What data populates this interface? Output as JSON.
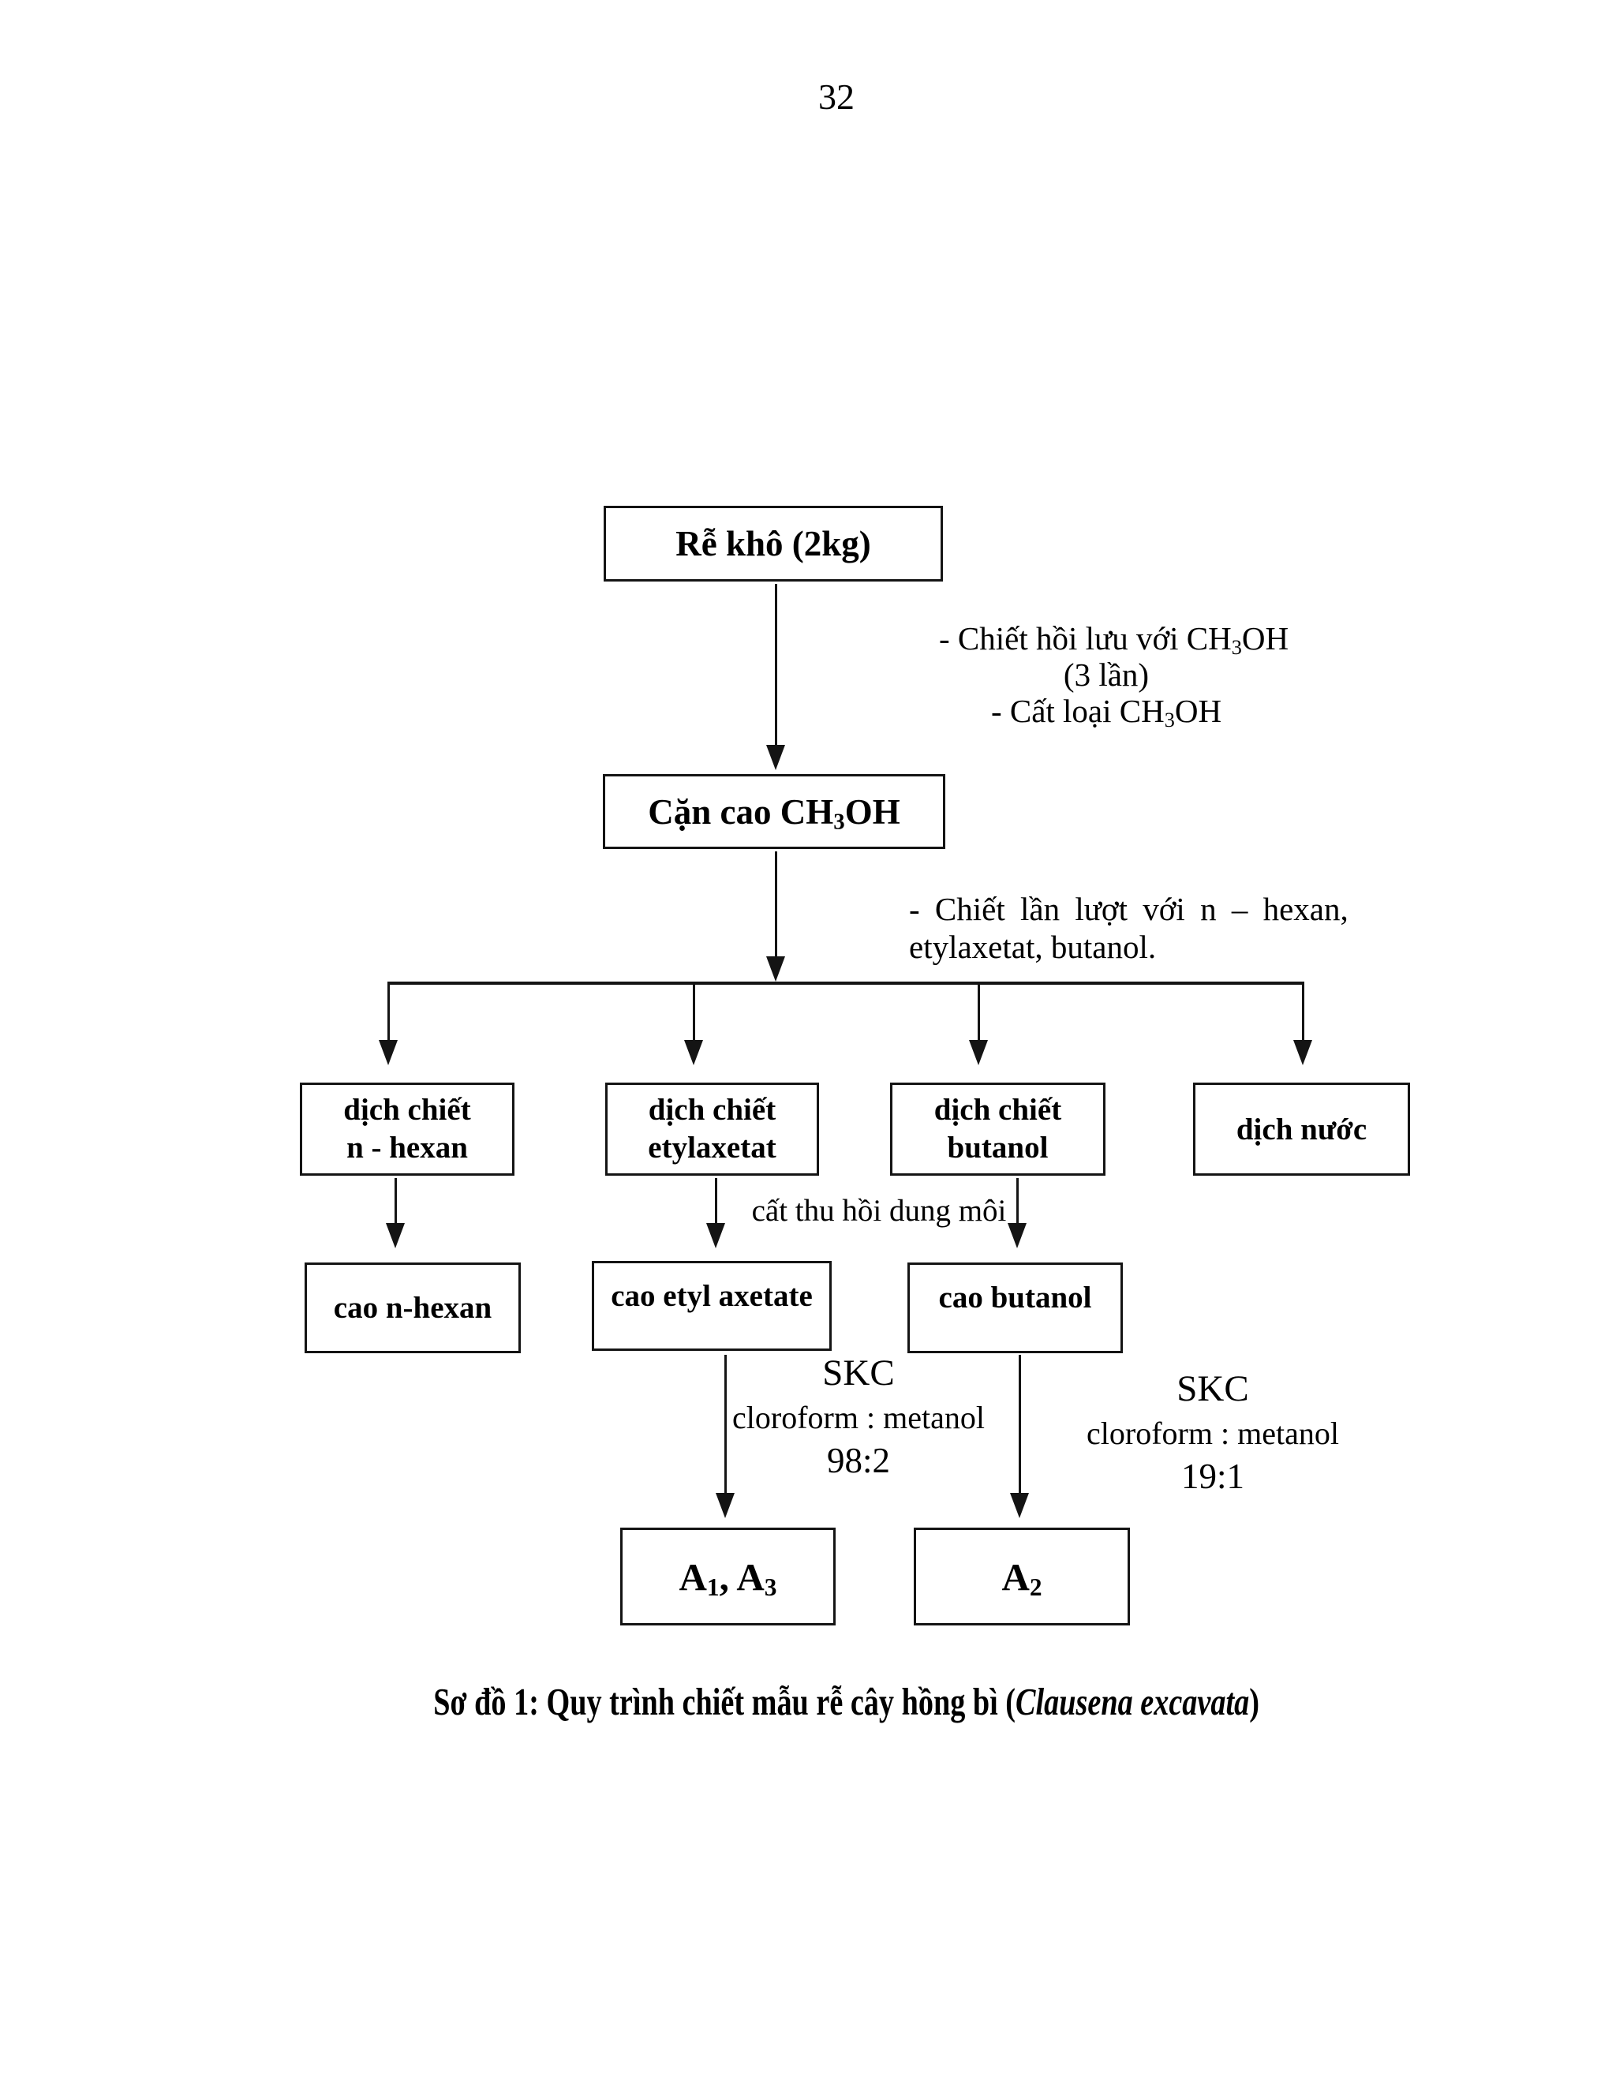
{
  "page_number": "32",
  "flowchart": {
    "boxes": {
      "root": {
        "label": "Rễ khô (2kg)"
      },
      "methanol_residue": {
        "label": "Cặn cao CH₃OH"
      },
      "extract_n_hexan": {
        "line1": "dịch chiết",
        "line2": "n - hexan"
      },
      "extract_etylaxetat": {
        "line1": "dịch chiết",
        "line2": "etylaxetat"
      },
      "extract_butanol": {
        "line1": "dịch chiết",
        "line2": "butanol"
      },
      "water_layer": {
        "label": "dịch nước"
      },
      "cao_n_hexan": {
        "label": "cao n-hexan"
      },
      "cao_etyl_axetate": {
        "label": "cao etyl axetate"
      },
      "cao_butanol": {
        "label": "cao butanol"
      },
      "result_a1_a3": {
        "label": "A₁, A₃"
      },
      "result_a2": {
        "label": "A₂"
      }
    },
    "annotations": {
      "step1": {
        "line1": "- Chiết hồi lưu với CH₃OH",
        "line2": "(3 lần)",
        "line3": "- Cất loại CH₃OH"
      },
      "step2": {
        "line1": "- Chiết lần lượt với n – hexan,",
        "line2": "etylaxetat, butanol."
      },
      "solvent_recovery": "cất thu hồi dung môi",
      "skc_left": {
        "line1": "SKC",
        "line2": "cloroform : metanol",
        "line3": "98:2"
      },
      "skc_right": {
        "line1": "SKC",
        "line2": "cloroform : metanol",
        "line3": "19:1"
      }
    },
    "caption": {
      "prefix": "Sơ đồ 1: Quy trình chiết mẫu rễ cây hồng bì (",
      "italic": "Clausena excavata",
      "suffix": ")"
    }
  }
}
